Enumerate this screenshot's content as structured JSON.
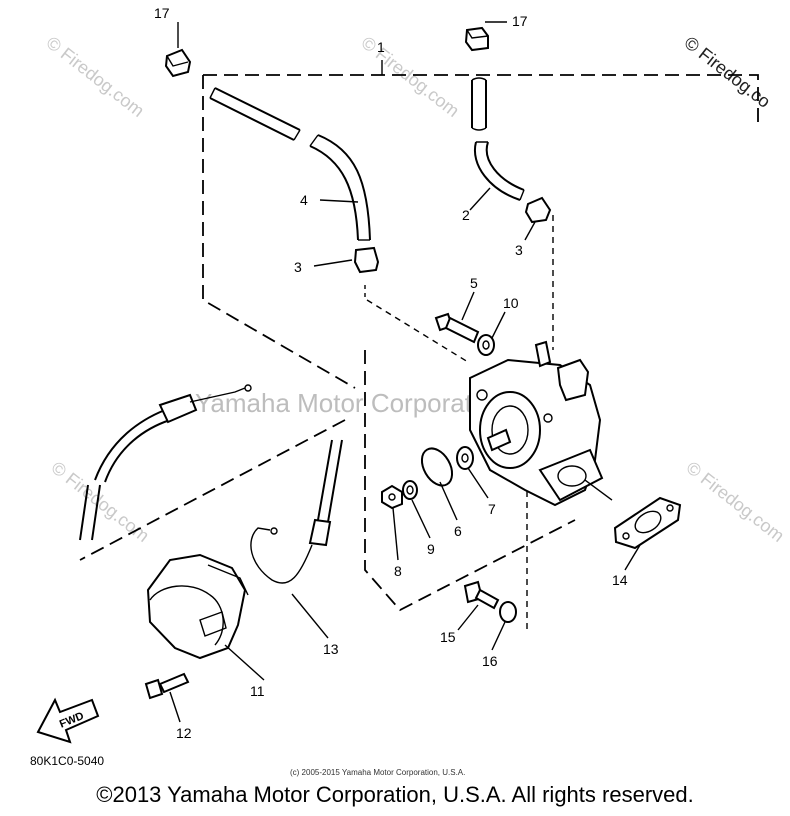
{
  "watermarks": {
    "firedog": "© Firedog.com",
    "firedog_corner": "© Firedog.co",
    "yamaha": "Yamaha Motor Corporation, U.S.A."
  },
  "callouts": {
    "c1": "1",
    "c2": "2",
    "c3a": "3",
    "c3b": "3",
    "c4": "4",
    "c5": "5",
    "c6": "6",
    "c7": "7",
    "c8": "8",
    "c9": "9",
    "c10": "10",
    "c11": "11",
    "c12": "12",
    "c13": "13",
    "c14": "14",
    "c15": "15",
    "c16": "16",
    "c17a": "17",
    "c17b": "17"
  },
  "fwd_label": "FWD",
  "diagram_code": "80K1C0-5040",
  "small_copyright": "(c) 2005-2015 Yamaha Motor Corporation, U.S.A.",
  "footer_copyright": "©2013 Yamaha Motor Corporation, U.S.A. All rights reserved."
}
